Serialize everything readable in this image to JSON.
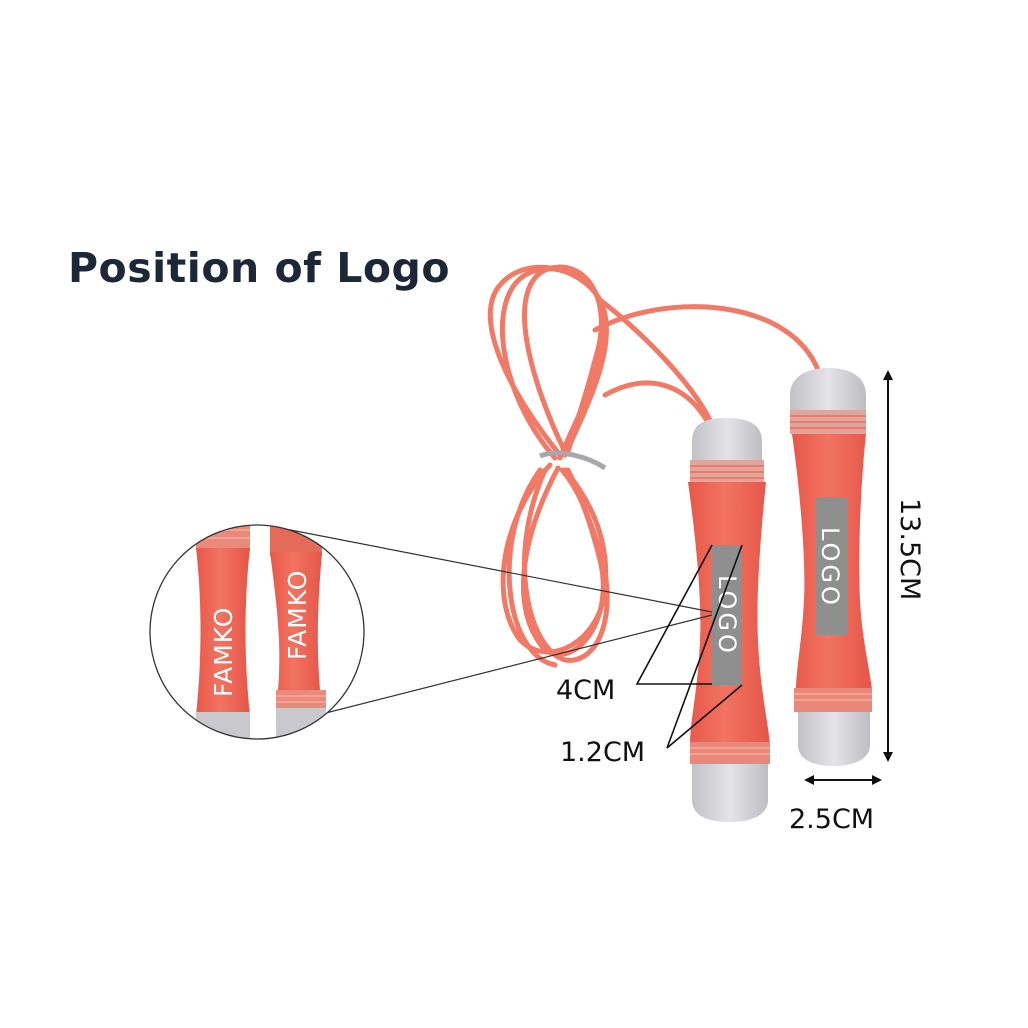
{
  "title": "Position of Logo",
  "product": {
    "rope_color": "#f06b55",
    "handle_color": "#ee6450",
    "cap_color": "#d0d0d4",
    "logo_area_color": "#8f8f8f"
  },
  "labels": {
    "logo_left": "LOGO",
    "logo_right": "LOGO",
    "brand_left": "FAMKO",
    "brand_right": "FAMKO"
  },
  "dimensions": {
    "logo_width": "4CM",
    "logo_height": "1.2CM",
    "handle_length": "13.5CM",
    "handle_diameter": "2.5CM"
  }
}
